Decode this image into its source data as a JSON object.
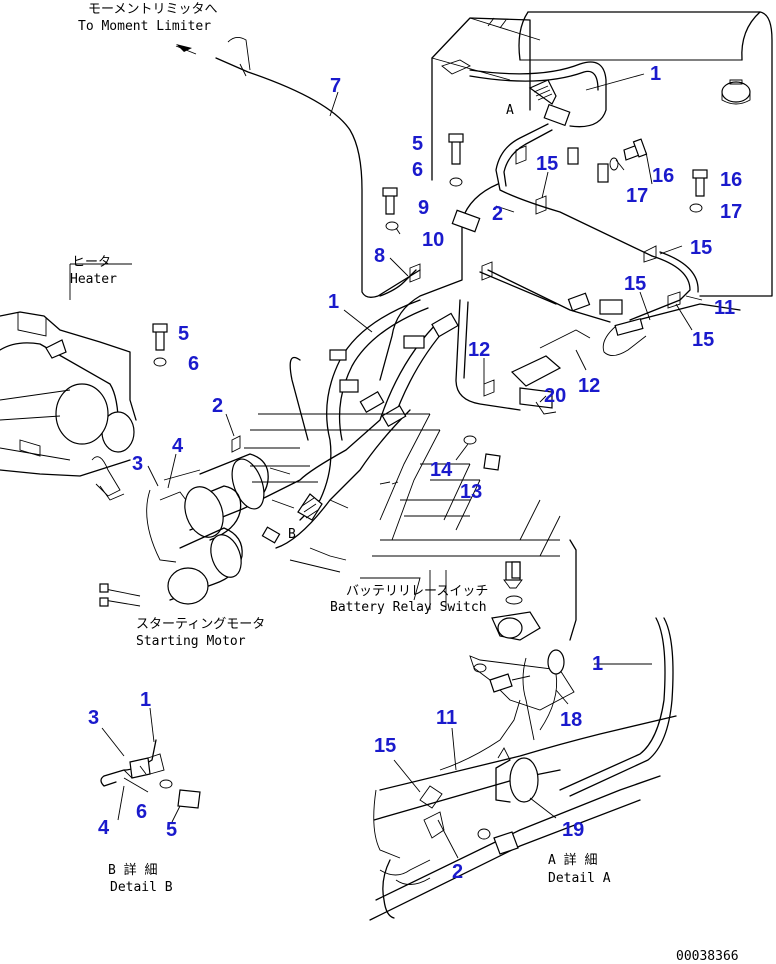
{
  "labels": {
    "moment_limiter_jp": "モーメントリミッタへ",
    "moment_limiter_en": "To Moment Limiter",
    "heater_jp": "ヒータ",
    "heater_en": "Heater",
    "battery_relay_jp": "バッテリリレースイッチ",
    "battery_relay_en": "Battery Relay Switch",
    "starting_motor_jp": "スターティングモータ",
    "starting_motor_en": "Starting Motor",
    "detail_b_jp": "B 詳 細",
    "detail_b_en": "Detail B",
    "detail_a_jp": "A 詳 細",
    "detail_a_en": "Detail A",
    "view_a": "A",
    "view_b": "B",
    "drawing_number": "00038366"
  },
  "callouts": [
    {
      "id": "c1a",
      "text": "1"
    },
    {
      "id": "c7",
      "text": "7"
    },
    {
      "id": "c5a",
      "text": "5"
    },
    {
      "id": "c15a",
      "text": "15"
    },
    {
      "id": "c16a",
      "text": "16"
    },
    {
      "id": "c16b",
      "text": "16"
    },
    {
      "id": "c6a",
      "text": "6"
    },
    {
      "id": "c17a",
      "text": "17"
    },
    {
      "id": "c17b",
      "text": "17"
    },
    {
      "id": "c2a",
      "text": "2"
    },
    {
      "id": "c9",
      "text": "9"
    },
    {
      "id": "c10",
      "text": "10"
    },
    {
      "id": "c15b",
      "text": "15"
    },
    {
      "id": "c8",
      "text": "8"
    },
    {
      "id": "c15c",
      "text": "15"
    },
    {
      "id": "c11a",
      "text": "11"
    },
    {
      "id": "c1b",
      "text": "1"
    },
    {
      "id": "c15d",
      "text": "15"
    },
    {
      "id": "c5b",
      "text": "5"
    },
    {
      "id": "c6b",
      "text": "6"
    },
    {
      "id": "c12a",
      "text": "12"
    },
    {
      "id": "c12b",
      "text": "12"
    },
    {
      "id": "c20",
      "text": "20"
    },
    {
      "id": "c2b",
      "text": "2"
    },
    {
      "id": "c14",
      "text": "14"
    },
    {
      "id": "c13",
      "text": "13"
    },
    {
      "id": "c3a",
      "text": "3"
    },
    {
      "id": "c4a",
      "text": "4"
    },
    {
      "id": "c1c",
      "text": "1"
    },
    {
      "id": "c1d",
      "text": "1"
    },
    {
      "id": "c3b",
      "text": "3"
    },
    {
      "id": "c11b",
      "text": "11"
    },
    {
      "id": "c18",
      "text": "18"
    },
    {
      "id": "c15e",
      "text": "15"
    },
    {
      "id": "c6c",
      "text": "6"
    },
    {
      "id": "c4b",
      "text": "4"
    },
    {
      "id": "c5c",
      "text": "5"
    },
    {
      "id": "c19",
      "text": "19"
    },
    {
      "id": "c2c",
      "text": "2"
    }
  ],
  "colors": {
    "callout": "#1a1acc",
    "line": "#000000",
    "background": "#ffffff"
  }
}
